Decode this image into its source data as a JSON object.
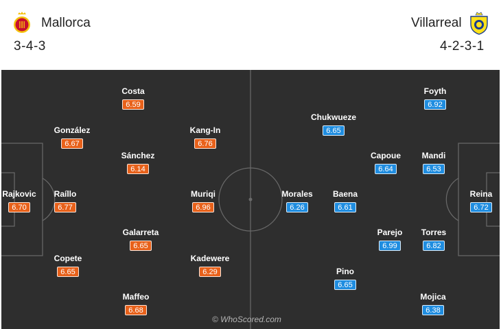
{
  "home": {
    "name": "Mallorca",
    "formation": "3-4-3",
    "crest_colors": [
      "#f4c20d",
      "#c8102e"
    ],
    "crest_icon": "mallorca-crest-icon",
    "rating_color": "#e8611a",
    "players": [
      {
        "name": "Rajkovic",
        "rating": "6.70"
      },
      {
        "name": "Raíllo",
        "rating": "6.77"
      },
      {
        "name": "González",
        "rating": "6.67"
      },
      {
        "name": "Copete",
        "rating": "6.65"
      },
      {
        "name": "Costa",
        "rating": "6.59"
      },
      {
        "name": "Sánchez",
        "rating": "6.14"
      },
      {
        "name": "Galarreta",
        "rating": "6.65"
      },
      {
        "name": "Maffeo",
        "rating": "6.68"
      },
      {
        "name": "Kang-In",
        "rating": "6.76"
      },
      {
        "name": "Muriqi",
        "rating": "6.96"
      },
      {
        "name": "Kadewere",
        "rating": "6.29"
      }
    ]
  },
  "away": {
    "name": "Villarreal",
    "formation": "4-2-3-1",
    "crest_colors": [
      "#ffe11a",
      "#1a3d8f"
    ],
    "crest_icon": "villarreal-crest-icon",
    "rating_color": "#1f8de0",
    "players": [
      {
        "name": "Foyth",
        "rating": "6.92"
      },
      {
        "name": "Mandi",
        "rating": "6.53"
      },
      {
        "name": "Reina",
        "rating": "6.72"
      },
      {
        "name": "Torres",
        "rating": "6.82"
      },
      {
        "name": "Mojica",
        "rating": "6.38"
      },
      {
        "name": "Capoue",
        "rating": "6.64"
      },
      {
        "name": "Parejo",
        "rating": "6.99"
      },
      {
        "name": "Chukwueze",
        "rating": "6.65"
      },
      {
        "name": "Baena",
        "rating": "6.61"
      },
      {
        "name": "Pino",
        "rating": "6.65"
      },
      {
        "name": "Morales",
        "rating": "6.26"
      }
    ]
  },
  "pitch_color": "#2e2e2e",
  "watermark": "© WhoScored.com"
}
